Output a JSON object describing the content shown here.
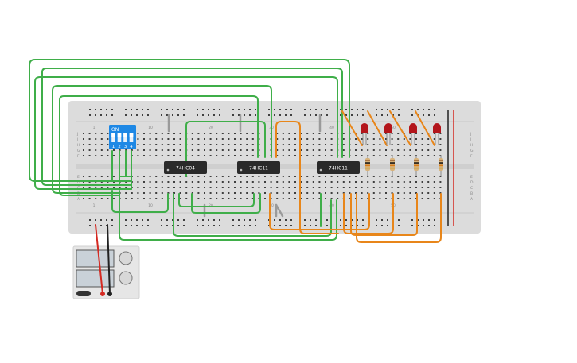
{
  "colors": {
    "breadboard": "#dcdcdc",
    "hole": "#3f3f3f",
    "wire_green": "#3fae49",
    "wire_orange": "#e8861a",
    "wire_red": "#d42a22",
    "wire_black": "#222222",
    "chip_body": "#2a2a2a",
    "dip_switch": "#1e88e5",
    "led_red": "#b3151b"
  },
  "chips": [
    {
      "label": "74HC04"
    },
    {
      "label": "74HC11"
    },
    {
      "label": "74HC11"
    }
  ],
  "dip_switch": {
    "on_label": "ON",
    "positions": [
      "1",
      "2",
      "3",
      "4"
    ]
  },
  "breadboard": {
    "column_numbers": [
      "1",
      "10",
      "20",
      "30",
      "40",
      "50"
    ],
    "row_letters_top": [
      "J",
      "I",
      "H",
      "G",
      "F"
    ],
    "row_letters_bottom": [
      "E",
      "D",
      "C",
      "B",
      "A"
    ]
  },
  "led_count": 4,
  "resistor_count": 4,
  "power_supply": {
    "icon": "dc-power-supply-icon"
  }
}
